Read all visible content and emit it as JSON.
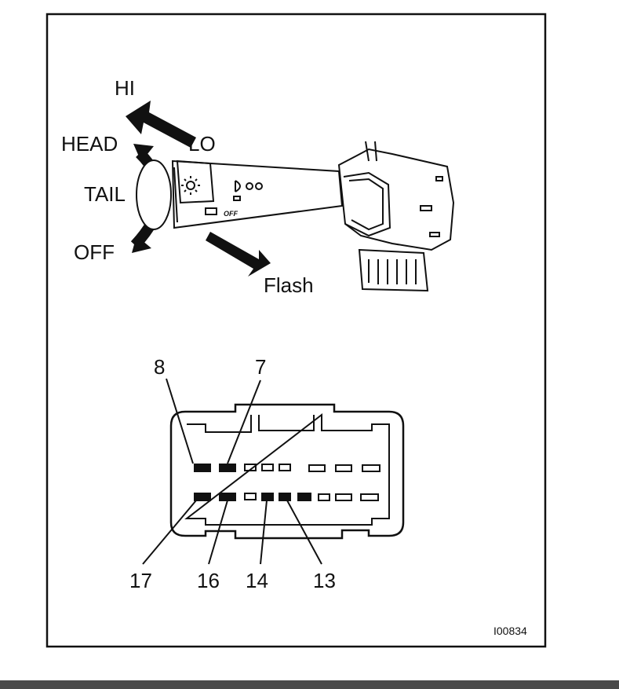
{
  "switch_labels": {
    "hi": "HI",
    "lo": "LO",
    "head": "HEAD",
    "tail": "TAIL",
    "off": "OFF",
    "flash": "Flash",
    "lever_off": "OFF"
  },
  "connector_terminals": {
    "t8": "8",
    "t7": "7",
    "t17": "17",
    "t16": "16",
    "t14": "14",
    "t13": "13"
  },
  "figure_code": "I00834",
  "colors": {
    "line": "#111111",
    "footer_bar": "#4a4a4a"
  }
}
